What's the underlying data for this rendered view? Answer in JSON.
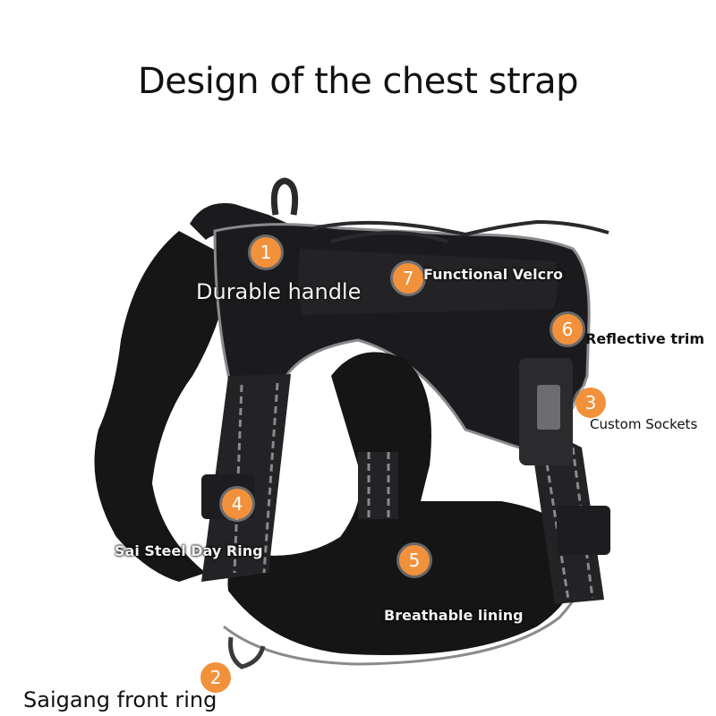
{
  "title": "Design of the chest strap",
  "theme": {
    "marker_color": "#f2913b",
    "harness_color": "#1b1b1d",
    "trim_color": "#8a8a8e",
    "background": "#ffffff"
  },
  "features": [
    {
      "number": "1",
      "label": "Durable handle"
    },
    {
      "number": "2",
      "label": "Saigang front ring"
    },
    {
      "number": "3",
      "label": "Custom Sockets"
    },
    {
      "number": "4",
      "label": "Sai Steel Day Ring"
    },
    {
      "number": "5",
      "label": "Breathable lining"
    },
    {
      "number": "6",
      "label": "Reflective trim"
    },
    {
      "number": "7",
      "label": "Functional Velcro"
    }
  ]
}
